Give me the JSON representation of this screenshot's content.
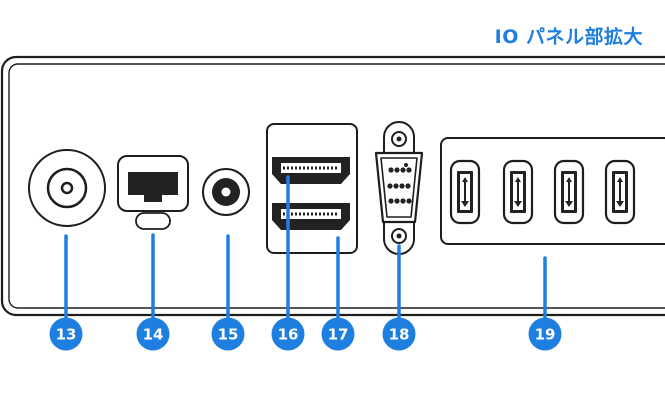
{
  "title": "IO パネル部拡大",
  "colors": {
    "accent": "#1f7fe0",
    "outline": "#1e1e1e",
    "panel": "#ffffff",
    "port_fill": "#222222"
  },
  "ports": [
    {
      "number": "13",
      "icon": "coaxial-antenna-port"
    },
    {
      "number": "14",
      "icon": "ethernet-lan-port"
    },
    {
      "number": "15",
      "icon": "audio-jack-port"
    },
    {
      "number": "16",
      "icon": "hdmi-port"
    },
    {
      "number": "17",
      "icon": "hdmi-port"
    },
    {
      "number": "18",
      "icon": "vga-port"
    },
    {
      "number": "19",
      "icon": "usb-port"
    }
  ]
}
